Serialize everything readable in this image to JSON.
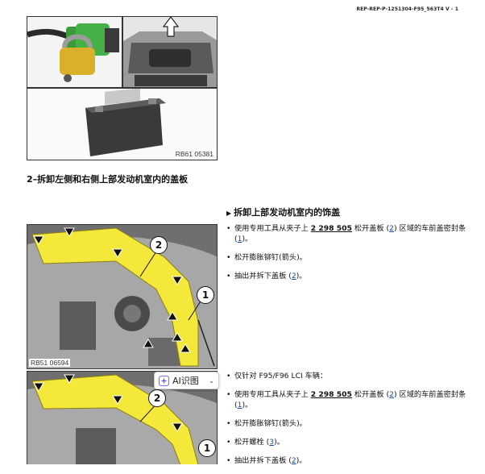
{
  "header": {
    "doc_ref": "REP-REP-P-1251304-F95_563T4 V - 1"
  },
  "figures": {
    "top": {
      "code": "RB61 05381"
    },
    "middle": {
      "code": "RB51 06594",
      "callouts": [
        "2",
        "1"
      ]
    },
    "bottom": {
      "callouts": [
        "2",
        "1"
      ]
    }
  },
  "step": {
    "heading": "2–拆卸左侧和右侧上部发动机室内的盖板"
  },
  "section": {
    "marker": "▶",
    "title": "拆卸上部发动机室内的饰盖"
  },
  "instructions_a": [
    {
      "pre": "使用专用工具从夹子上 ",
      "part": "2 298 505",
      "mid": " 松开盖板 (",
      "ref1": "2",
      "post": ") 区域的车前盖密封条 (",
      "ref2": "1",
      "end": ")。"
    },
    {
      "text": "松开膨胀铆钉(箭头)。"
    },
    {
      "pre": "抽出并拆下盖板 (",
      "ref1": "2",
      "end": ")。"
    }
  ],
  "instructions_b": [
    {
      "text": "仅针对 F95/F96 LCI 车辆："
    },
    {
      "pre": "使用专用工具从夹子上 ",
      "part": "2 298 505",
      "mid": " 松开盖板 (",
      "ref1": "2",
      "post": ") 区域的车前盖密封条 (",
      "ref2": "1",
      "end": ")。"
    },
    {
      "text": "松开膨胀铆钉(箭头)。"
    },
    {
      "pre": "松开螺栓 (",
      "ref1": "3",
      "end": ")。"
    },
    {
      "pre": "抽出并拆下盖板 (",
      "ref1": "2",
      "end": ")。"
    }
  ],
  "ai_button": {
    "label": "AI识图",
    "icon": "ai-sparkle-icon",
    "chevron": "chevron-down-icon"
  },
  "colors": {
    "cover_yellow": "#f4e83a",
    "link_blue": "#1a4fa0"
  }
}
